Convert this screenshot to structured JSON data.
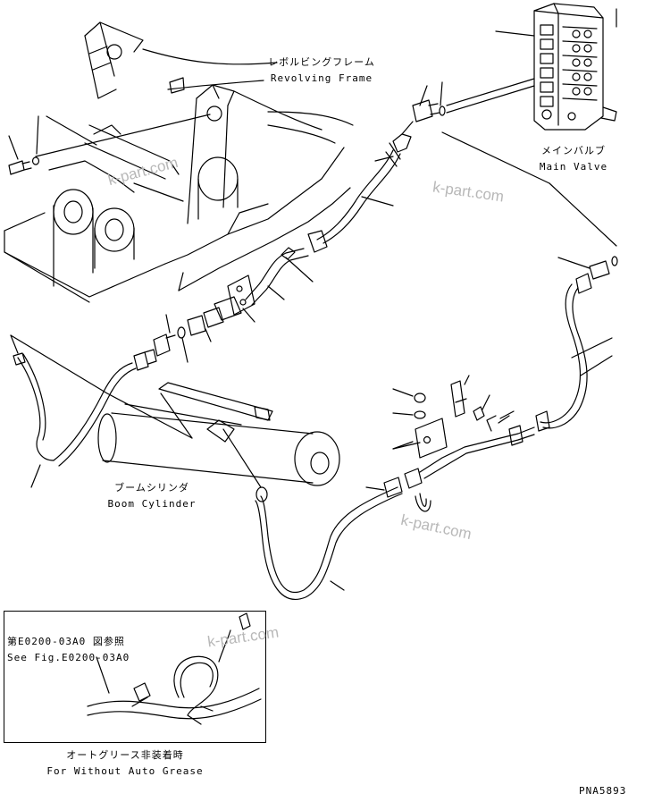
{
  "labels": {
    "revolving_frame_jp": "レボルビングフレーム",
    "revolving_frame_en": "Revolving Frame",
    "main_valve_jp": "メインバルブ",
    "main_valve_en": "Main Valve",
    "boom_cylinder_jp": "ブームシリンダ",
    "boom_cylinder_en": "Boom Cylinder",
    "inset_ref_jp": "第E0200-03A0 図参照",
    "inset_ref_en": "See Fig.E0200-03A0",
    "inset_caption_jp": "オートグリース非装着時",
    "inset_caption_en": "For Without Auto Grease",
    "drawing_number": "PNA5893"
  },
  "watermarks": [
    "k-part.com",
    "k-part.com",
    "k-part.com",
    "k-part.com"
  ]
}
